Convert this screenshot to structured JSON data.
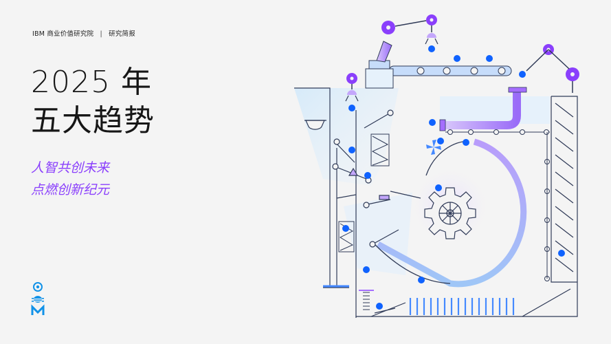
{
  "header": {
    "org": "IBM 商业价值研究院",
    "separator": "|",
    "report_type": "研究简报"
  },
  "title": {
    "line1": "2025 年",
    "line2": "五大趋势"
  },
  "subtitle": {
    "line1": "人智共创未来",
    "line2": "点燃创新纪元"
  },
  "colors": {
    "background": "#f4f4f4",
    "accent_purple": "#8a3ffc",
    "ball_blue": "#0f62fe",
    "line_dark": "#2f3a57",
    "logo_blue": "#1192e8"
  },
  "icons": {
    "logo": "ibm-institute-for-business-value-logo",
    "illustration": "rube-goldberg-machine-illustration"
  }
}
